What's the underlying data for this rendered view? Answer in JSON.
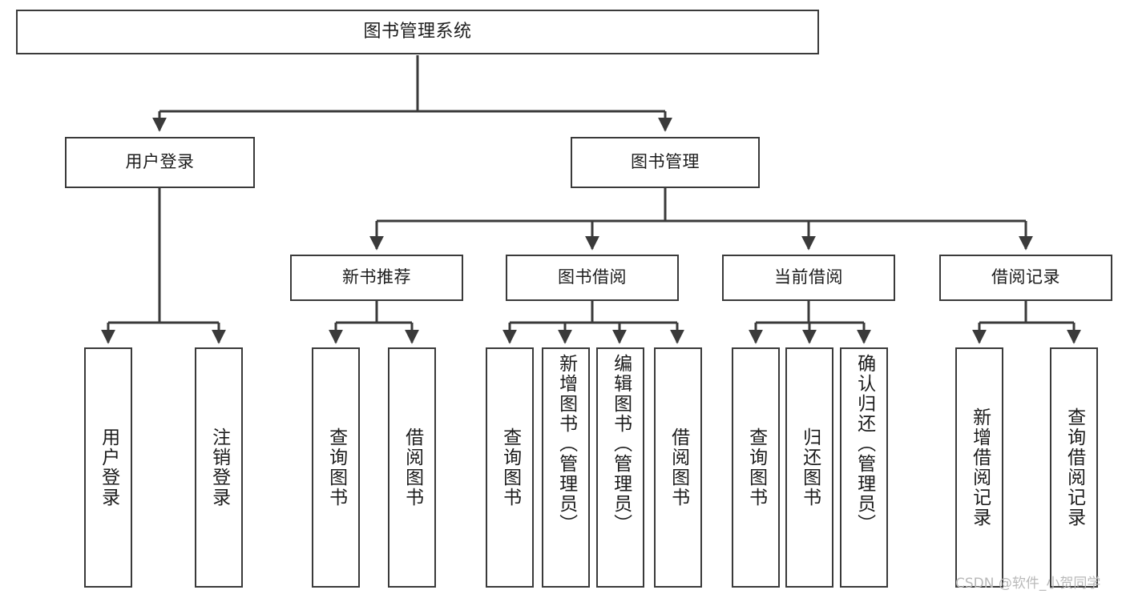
{
  "diagram": {
    "title": "图书管理系统",
    "type": "tree",
    "watermark": "CSDN @软件_小贺同学",
    "colors": {
      "stroke": "#3a3a3a",
      "fill": "#ffffff",
      "text": "#1c1c1c",
      "watermark": "#b9b9b9"
    }
  },
  "nodes": {
    "root": {
      "label": "图书管理系统"
    },
    "level2": [
      {
        "label": "用户登录"
      },
      {
        "label": "图书管理"
      }
    ],
    "level3": [
      {
        "label": "新书推荐"
      },
      {
        "label": "图书借阅"
      },
      {
        "label": "当前借阅"
      },
      {
        "label": "借阅记录"
      }
    ],
    "leaves": {
      "user_login": [
        {
          "label": "用户登录"
        },
        {
          "label": "注销登录"
        }
      ],
      "new_book": [
        {
          "label": "查询图书"
        },
        {
          "label": "借阅图书"
        }
      ],
      "book_borrow": [
        {
          "label": "查询图书"
        },
        {
          "label": "新增图书（管理员）"
        },
        {
          "label": "编辑图书（管理员）"
        },
        {
          "label": "借阅图书"
        }
      ],
      "current_borrow": [
        {
          "label": "查询图书"
        },
        {
          "label": "归还图书"
        },
        {
          "label": "确认归还（管理员）"
        }
      ],
      "borrow_record": [
        {
          "label": "新增借阅记录"
        },
        {
          "label": "查询借阅记录"
        }
      ]
    }
  }
}
